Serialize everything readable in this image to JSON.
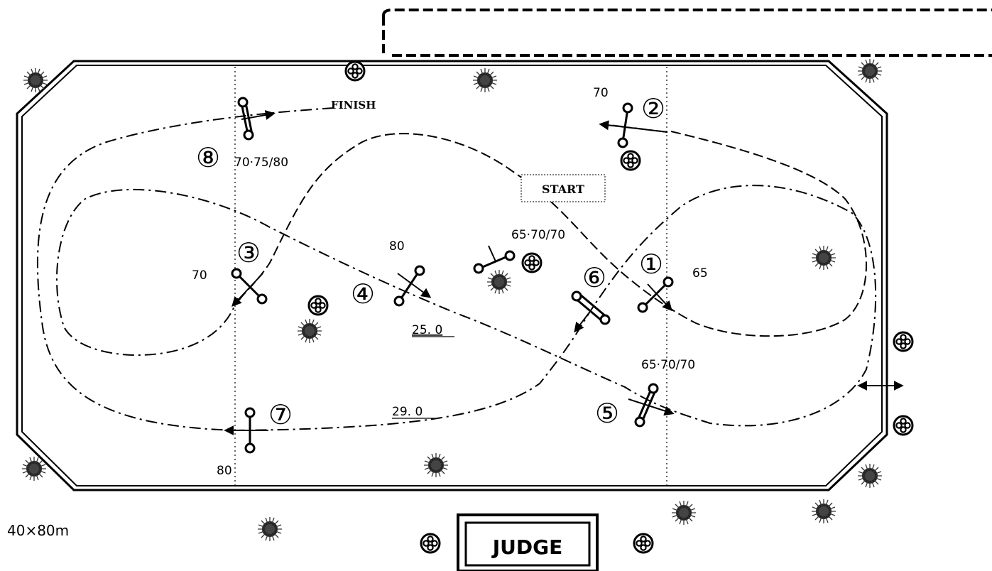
{
  "labels": {
    "finish": "FINISH",
    "start": "START",
    "judge": "JUDGE",
    "arena_size": "40×80m"
  },
  "obstacles": [
    {
      "number": "①",
      "height": "65"
    },
    {
      "number": "②",
      "height": "70"
    },
    {
      "number": "③",
      "height": "70"
    },
    {
      "number": "④",
      "height": "80"
    },
    {
      "number": "⑤",
      "height": "65·70/70"
    },
    {
      "number": "⑥",
      "height": "65·70/70"
    },
    {
      "number": "⑦",
      "height": "80"
    },
    {
      "number": "⑧",
      "height": "70·75/80"
    }
  ],
  "distances": [
    "25. 0",
    "29. 0"
  ],
  "colors": {
    "line": "#000000",
    "background": "#ffffff"
  }
}
